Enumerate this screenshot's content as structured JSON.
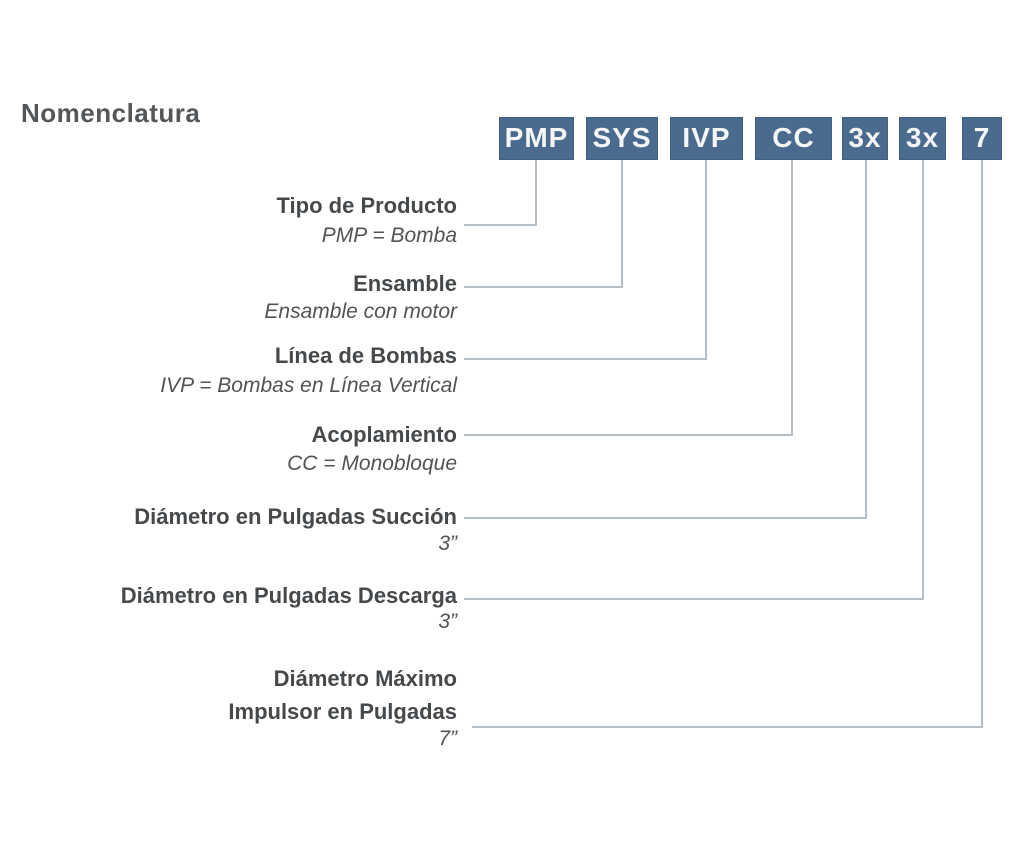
{
  "title": "Nomenclatura",
  "colors": {
    "box_background": "#4a6b8d",
    "box_text": "#f4f6f7",
    "connector_line": "#b5bfc5",
    "label_text": "#46494c",
    "title_text": "#54575a"
  },
  "code_boxes": [
    {
      "code": "PMP"
    },
    {
      "code": "SYS"
    },
    {
      "code": "IVP"
    },
    {
      "code": "CC"
    },
    {
      "code": "3x"
    },
    {
      "code": "3x"
    },
    {
      "code": "7"
    }
  ],
  "rows": [
    {
      "label": "Tipo de Producto",
      "sublabel": "PMP = Bomba"
    },
    {
      "label": "Ensamble",
      "sublabel": "Ensamble con motor"
    },
    {
      "label": "Línea de Bombas",
      "sublabel": "IVP = Bombas en Línea Vertical"
    },
    {
      "label": "Acoplamiento",
      "sublabel": "CC = Monobloque"
    },
    {
      "label": "Diámetro en Pulgadas Succión",
      "sublabel": "3”"
    },
    {
      "label": "Diámetro en Pulgadas Descarga",
      "sublabel": "3”"
    },
    {
      "label_line1": "Diámetro Máximo",
      "label_line2": "Impulsor en Pulgadas",
      "sublabel": "7”"
    }
  ]
}
